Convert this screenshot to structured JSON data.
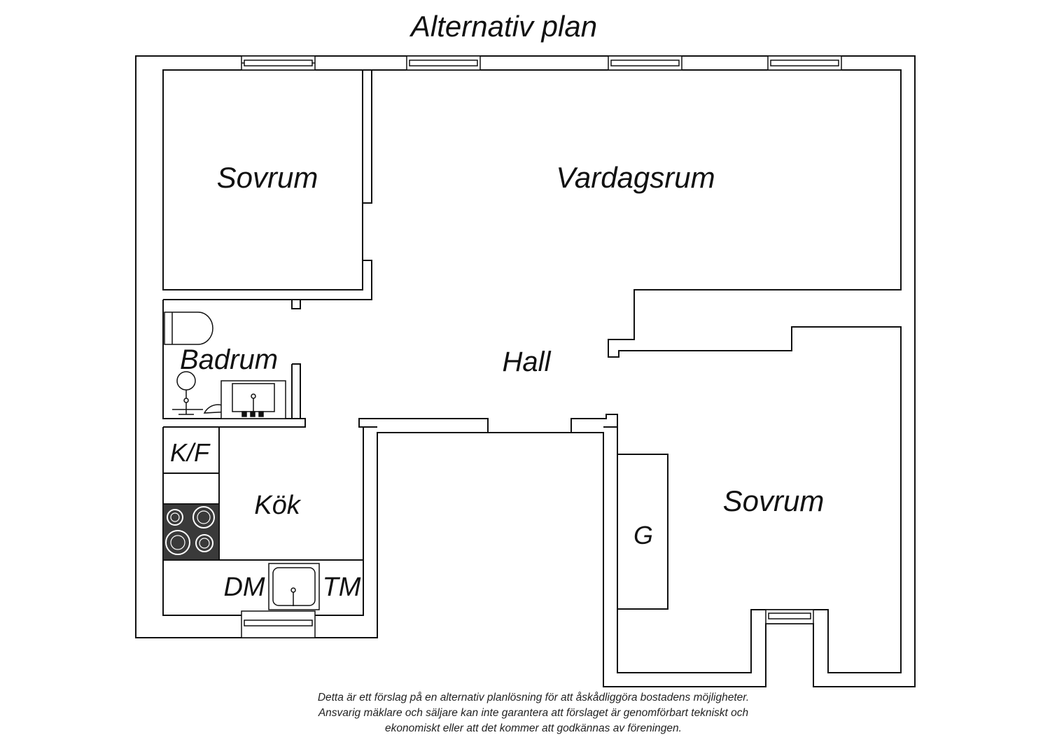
{
  "title": "Alternativ plan",
  "rooms": {
    "sovrum_top": "Sovrum",
    "vardagsrum": "Vardagsrum",
    "badrum": "Badrum",
    "hall": "Hall",
    "kf": "K/F",
    "kok": "Kök",
    "dm": "DM",
    "tm": "TM",
    "g": "G",
    "sovrum_bottom": "Sovrum"
  },
  "disclaimer": [
    "Detta är ett förslag på en alternativ planlösning för att åskådliggöra bostadens möjligheter.",
    "Ansvarig mäklare och säljare kan inte garantera att förslaget är genomförbart tekniskt och",
    "ekonomiskt eller att det kommer att godkännas av föreningen."
  ],
  "colors": {
    "wall": "#111111",
    "background": "#ffffff",
    "stove": "#3a3a3a"
  },
  "icons": [
    "toilet-icon",
    "shower-icon",
    "washbasin-icon",
    "stove-icon",
    "kitchen-sink-icon",
    "window-icon"
  ]
}
